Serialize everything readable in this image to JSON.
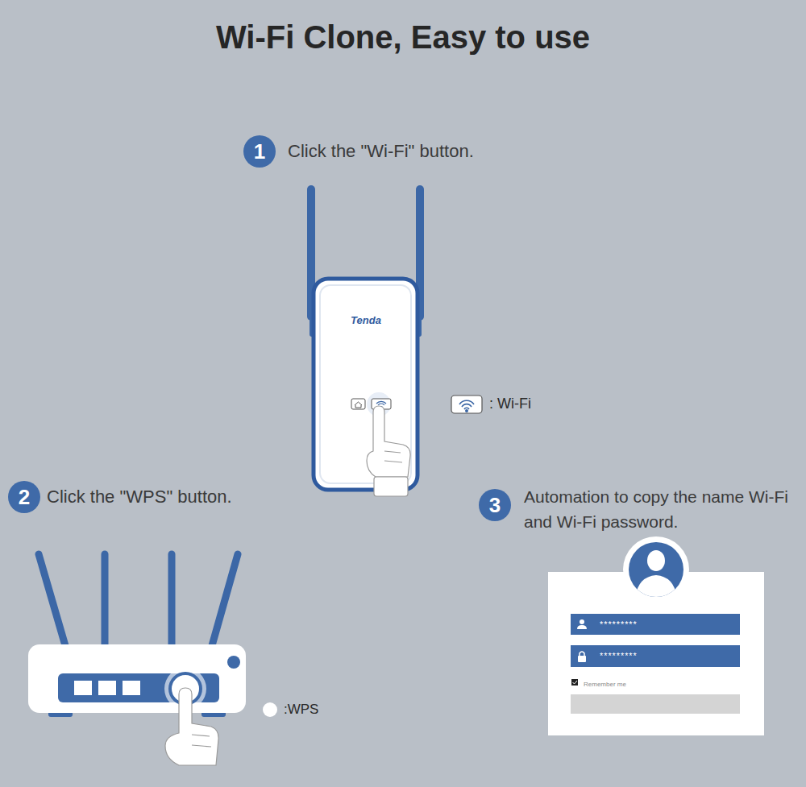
{
  "diagram": {
    "title": "Wi-Fi Clone, Easy to use",
    "nodes": [
      {
        "text": [
          "1"
        ]
      },
      {
        "text": [
          "Tenda"
        ]
      },
      {
        "text": [
          "2"
        ]
      },
      {
        "text": [
          "3"
        ]
      },
      {
        "text": [
          "Remember me"
        ]
      },
      {
        "text": [
          "*********"
        ],
        "in": 4
      },
      {
        "text": [
          "*********"
        ],
        "in": 4
      }
    ],
    "labels": [
      "Click the \"Wi-Fi\" button.",
      "Click the \"WPS\" button.",
      "Automation to copy the name Wi-Fi and Wi-Fi password."
    ],
    "legend": [
      {
        "text": ": Wi-Fi"
      },
      {
        "text": ":WPS",
        "color": "#ffffff"
      }
    ]
  }
}
